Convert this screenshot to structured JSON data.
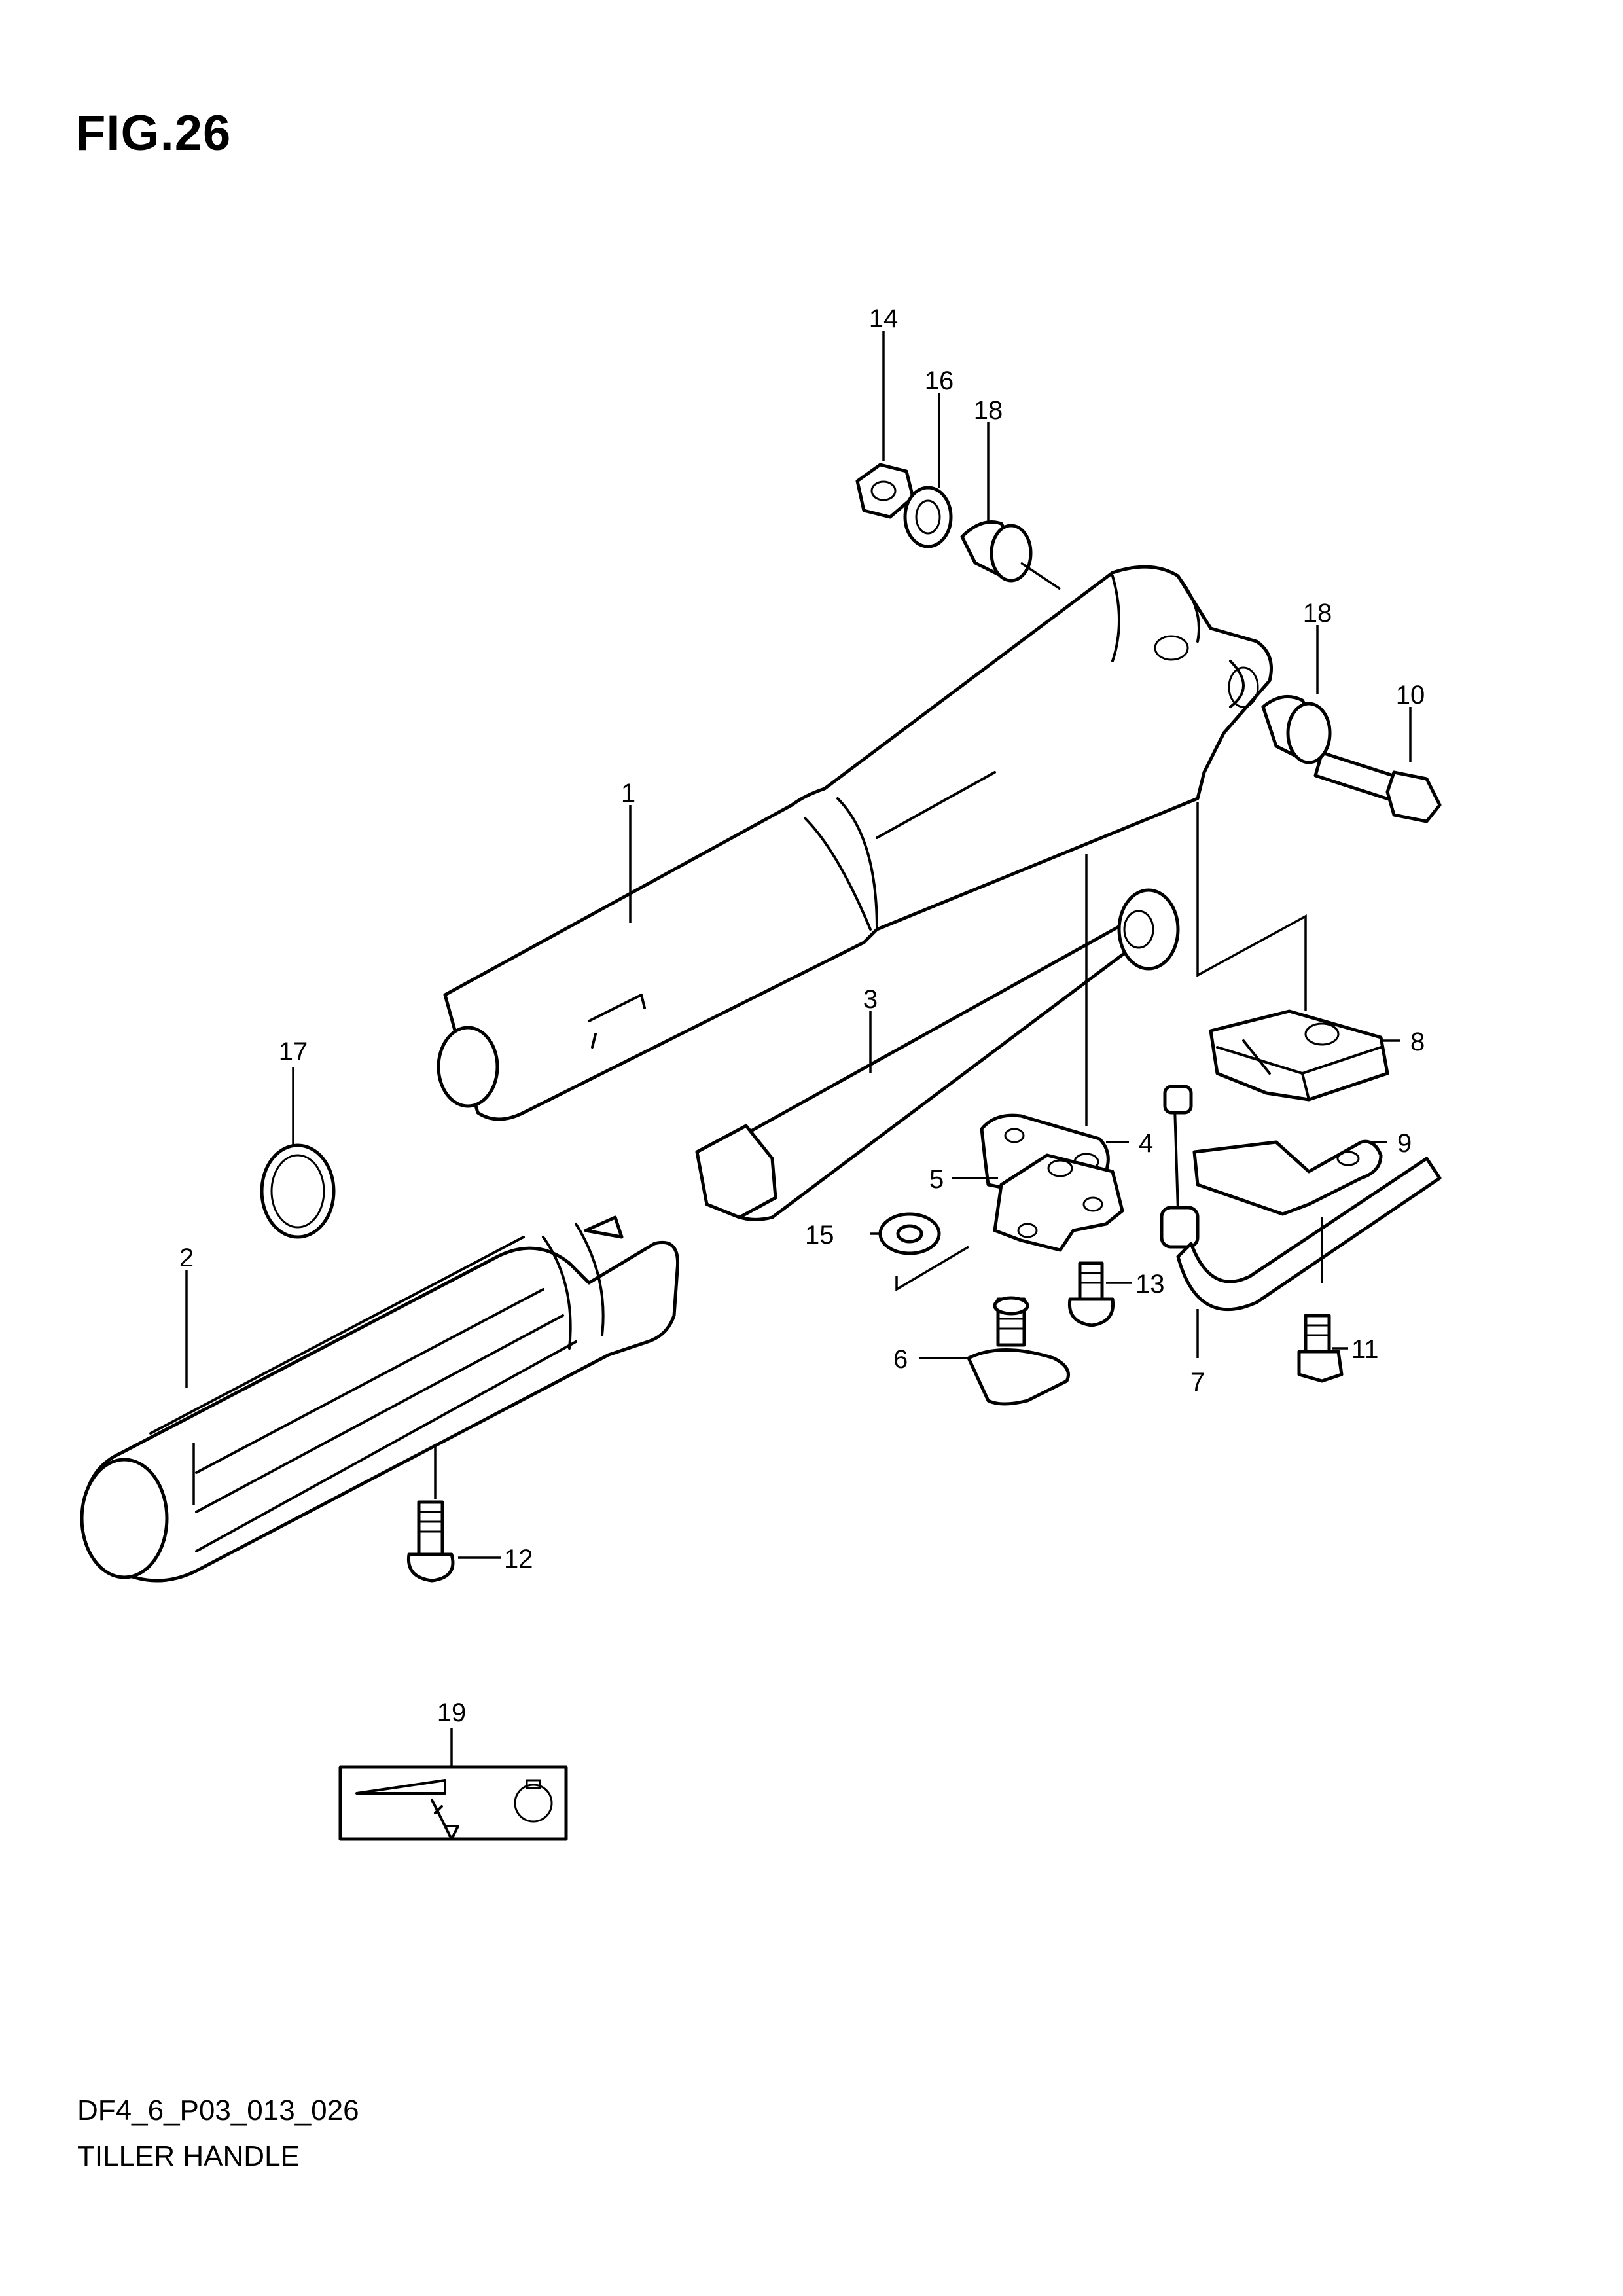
{
  "figure": {
    "title": "FIG.26",
    "code": "DF4_6_P03_013_026",
    "name": "TILLER HANDLE"
  },
  "callouts": {
    "c1": "1",
    "c2": "2",
    "c3": "3",
    "c4": "4",
    "c5": "5",
    "c6": "6",
    "c7": "7",
    "c8": "8",
    "c9": "9",
    "c10": "10",
    "c11": "11",
    "c12": "12",
    "c13": "13",
    "c14": "14",
    "c15": "15",
    "c16": "16",
    "c17": "17",
    "c18a": "18",
    "c18b": "18",
    "c19": "19"
  }
}
